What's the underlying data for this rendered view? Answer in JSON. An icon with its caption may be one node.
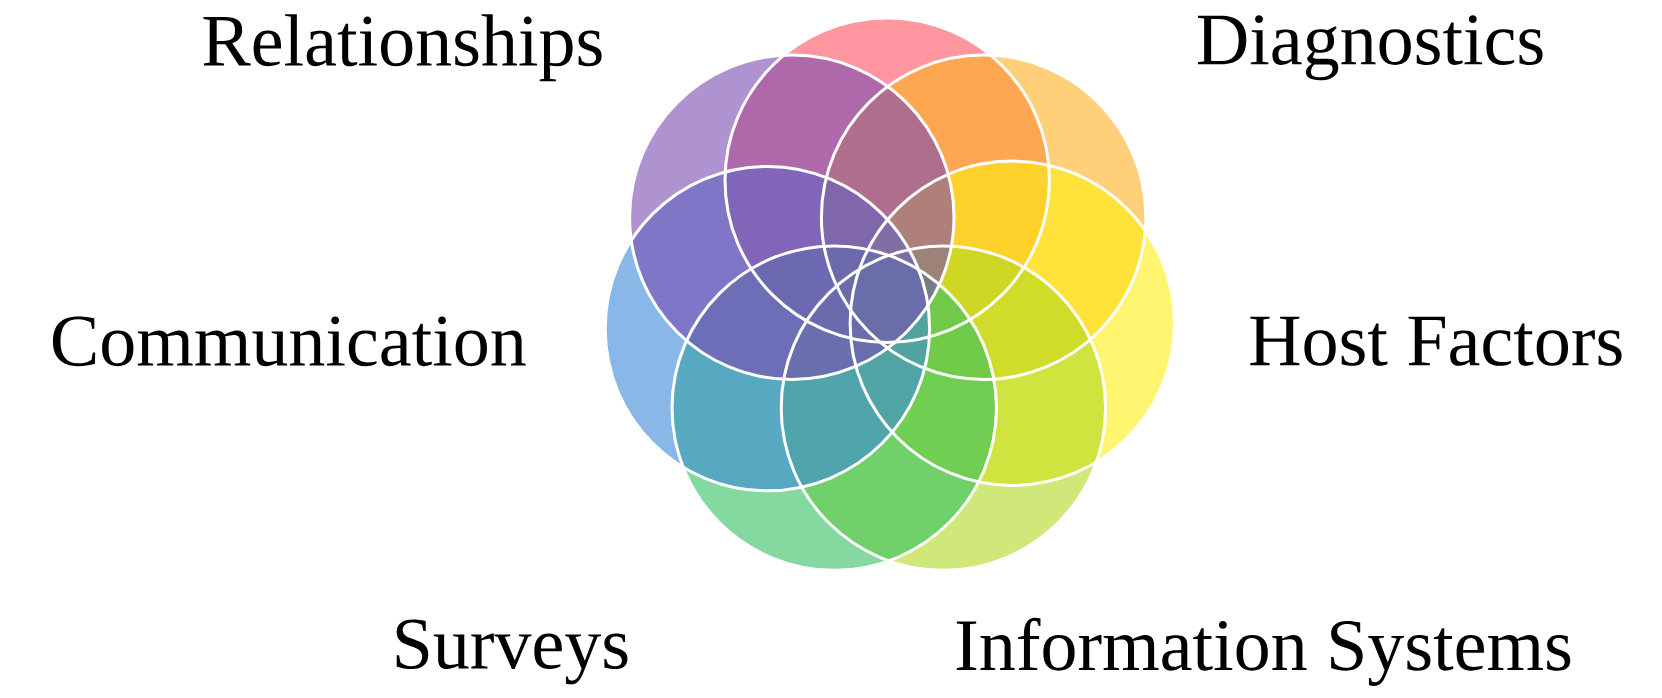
{
  "diagram": {
    "labels": [
      "Relationships",
      "Diagnostics",
      "Communication",
      "Host Factors",
      "Surveys",
      "Information Systems"
    ]
  }
}
